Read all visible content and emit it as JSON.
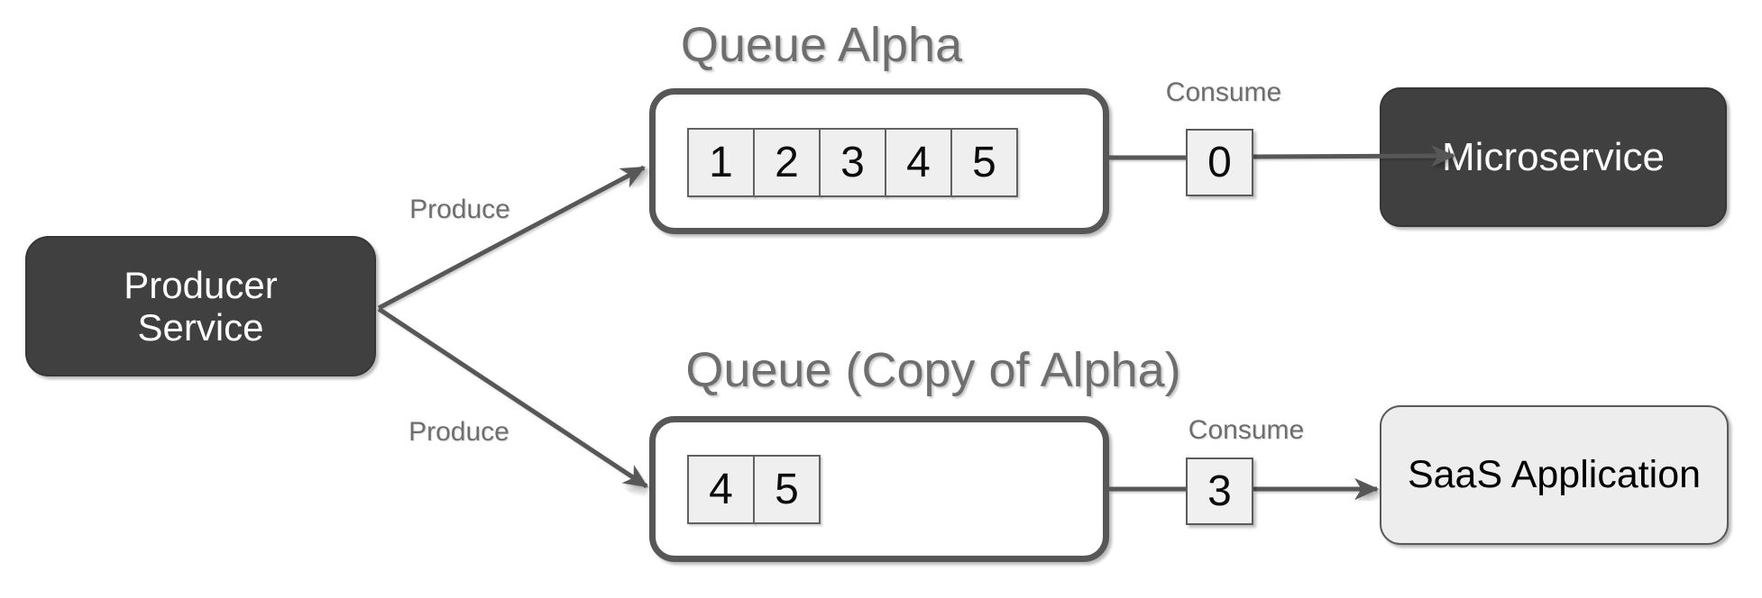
{
  "nodes": {
    "producer": {
      "label": "Producer Service"
    },
    "microservice": {
      "label": "Microservice"
    },
    "saas": {
      "label": "SaaS Application"
    }
  },
  "queues": [
    {
      "title": "Queue Alpha",
      "cells": [
        "1",
        "2",
        "3",
        "4",
        "5"
      ],
      "produce": {
        "label": "Produce"
      },
      "consume": {
        "label": "Consume",
        "count": "0"
      },
      "consumer": "Microservice"
    },
    {
      "title": "Queue (Copy of Alpha)",
      "cells": [
        "4",
        "5"
      ],
      "produce": {
        "label": "Produce"
      },
      "consume": {
        "label": "Consume",
        "count": "3"
      },
      "consumer": "SaaS Application"
    }
  ],
  "colors": {
    "node_dark_fill": "#404040",
    "node_light_fill": "#ededed",
    "connector_stroke": "#575757",
    "cell_fill": "#efefef",
    "label_gray": "#6e6e6e",
    "canvas_bg": "#ffffff"
  }
}
